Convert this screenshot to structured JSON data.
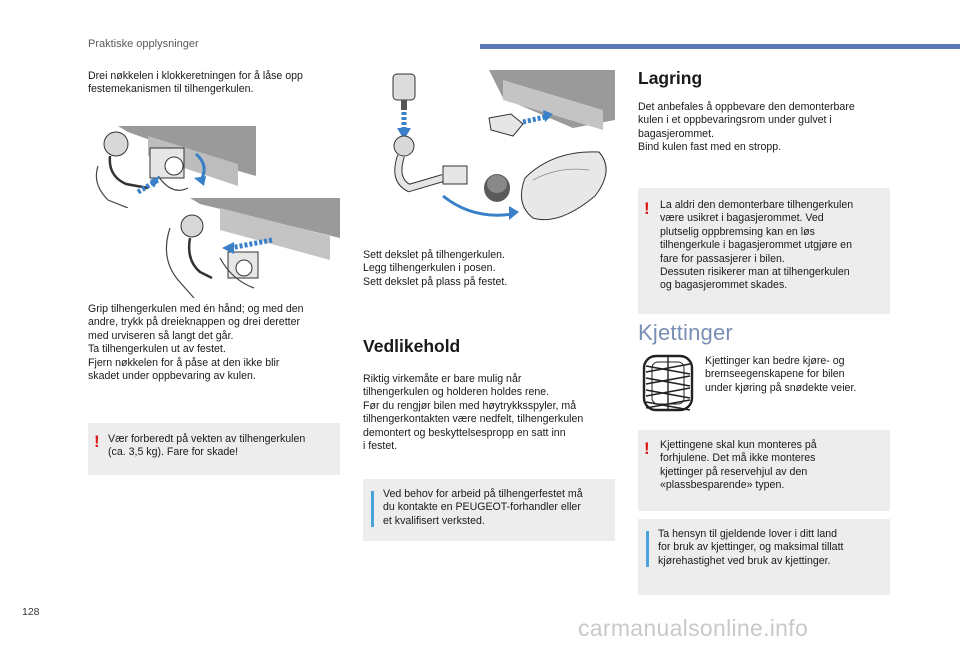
{
  "header": {
    "section_label": "Praktiske opplysninger"
  },
  "col1": {
    "intro": "Drei nøkkelen i klokkeretningen for å låse opp\nfestemekanismen til tilhengerkulen.",
    "instructions": "Grip tilhengerkulen med én hånd; og med den\nandre, trykk på dreieknappen og drei deretter\nmed urviseren så langt det går.\nTa tilhengerkulen ut av festet.\nFjern nøkkelen for å påse at den ikke blir\nskadet under oppbevaring av kulen.",
    "warning": "Vær forberedt på vekten av tilhengerkulen\n(ca. 3,5 kg). Fare for skade!"
  },
  "col2": {
    "caption": "Sett dekslet på tilhengerkulen.\nLegg tilhengerkulen i posen.\nSett dekslet på plass på festet.",
    "maintenance_title": "Vedlikehold",
    "maintenance_text": "Riktig virkemåte er bare mulig når\ntilhengerkulen og holderen holdes rene.\nFør du rengjør bilen med høytrykksspyler, må\ntilhengerkontakten være nedfelt, tilhengerkulen\ndemontert og beskyttelsespropp en satt inn\ni festet.",
    "info": "Ved behov for arbeid på tilhengerfestet må\ndu kontakte en PEUGEOT-forhandler eller\net kvalifisert verksted."
  },
  "col3": {
    "storage_title": "Lagring",
    "storage_text": "Det anbefales å oppbevare den demonterbare\nkulen i et oppbevaringsrom under gulvet i\nbagasjerommet.\nBind kulen fast med en stropp.",
    "storage_warning": "La aldri den demonterbare tilhengerkulen\nvære usikret i bagasjerommet. Ved\nplutselig oppbremsing kan en løs\ntilhengerkule i bagasjerommet utgjøre en\nfare for passasjerer i bilen.\nDessuten risikerer man at tilhengerkulen\nog bagasjerommet skades.",
    "chains_title": "Kjettinger",
    "chains_text": "Kjettinger kan bedre kjøre- og\nbremseegenskapene for bilen\nunder kjøring på snødekte veier.",
    "chains_warning": "Kjettingene skal kun monteres på\nforhjulene. Det må ikke monteres\nkjettinger på reservehjul av den\n«plassbesparende» typen.",
    "chains_info": "Ta hensyn til gjeldende lover i ditt land\nfor bruk av kjettinger, og maksimal tillatt\nkjørehastighet ved bruk av kjettinger."
  },
  "icons": {
    "warning_mark": "!"
  },
  "footer": {
    "page_number": "128",
    "watermark": "carmanualsonline.info"
  }
}
